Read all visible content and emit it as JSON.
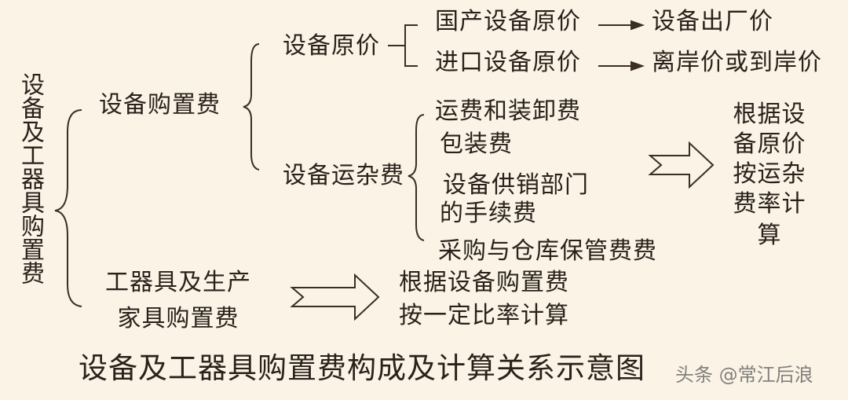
{
  "root": {
    "label": "设备及工器具购置费"
  },
  "equipment": {
    "label": "设备购置费",
    "original_price": {
      "label": "设备原价",
      "domestic": {
        "label": "国产设备原价",
        "result": "设备出厂价"
      },
      "imported": {
        "label": "进口设备原价",
        "result": "离岸价或到岸价"
      }
    },
    "misc": {
      "label": "设备运杂费",
      "items": [
        "运费和装卸费",
        "包装费",
        "设备供销部门",
        "的手续费",
        "采购与仓库保管费费"
      ],
      "result_lines": [
        "根据设",
        "备原价",
        "按运杂",
        "费率计",
        "算"
      ]
    }
  },
  "tools": {
    "label_lines": [
      "工器具及生产",
      "家具购置费"
    ],
    "result_lines": [
      "根据设备购置费",
      "按一定比率计算"
    ]
  },
  "title": "设备及工器具购置费构成及计算关系示意图",
  "watermark": "头条 @常江后浪",
  "colors": {
    "background": "#FAF3E6",
    "text": "#2A211A"
  }
}
